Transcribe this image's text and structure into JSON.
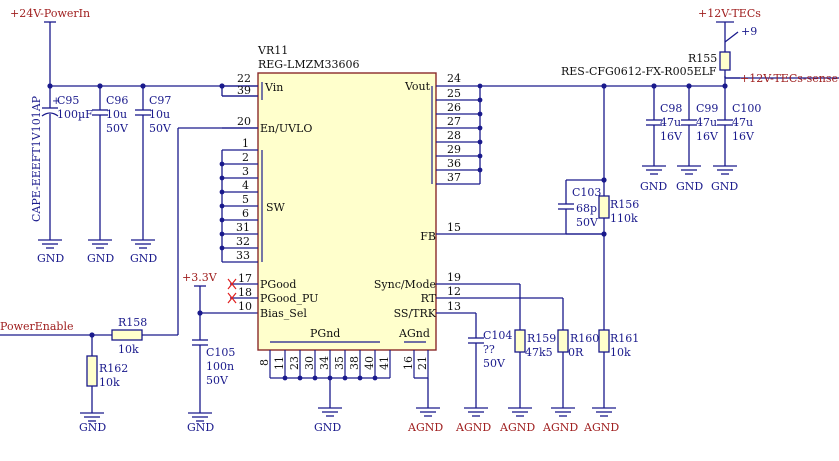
{
  "nets": {
    "power_24v": "+24V-PowerIn",
    "power_12v": "+12V-TECs",
    "power_12v_pin": "+9",
    "sense": "+12V-TECs-sense",
    "enable": "PowerEnable",
    "v33": "+3.3V",
    "gnd": "GND",
    "agnd": "AGND"
  },
  "chip": {
    "ref": "VR11",
    "part": "REG-LMZM33606",
    "pins": {
      "vin": "Vin",
      "en": "En/UVLO",
      "sw": "SW",
      "pgood": "PGood",
      "pgood_pu": "PGood_PU",
      "bias": "Bias_Sel",
      "pgnd": "PGnd",
      "agnd": "AGnd",
      "vout": "Vout",
      "fb": "FB",
      "sync": "Sync/Mode",
      "rt": "RT",
      "ss": "SS/TRK"
    },
    "pin_numbers": {
      "vin": [
        "22",
        "39"
      ],
      "en": "20",
      "sw": [
        "1",
        "2",
        "3",
        "4",
        "5",
        "6",
        "31",
        "32",
        "33"
      ],
      "pgood": "17",
      "pgood_pu": "18",
      "bias": "10",
      "pgnd": [
        "8",
        "11",
        "23",
        "30",
        "34",
        "35",
        "38",
        "40",
        "41"
      ],
      "agnd": [
        "16",
        "21"
      ],
      "vout": [
        "24",
        "25",
        "26",
        "27",
        "28",
        "29",
        "36",
        "37"
      ],
      "fb": "15",
      "sync": "19",
      "rt": "12",
      "ss": "13"
    }
  },
  "components": {
    "c95": {
      "ref": "C95",
      "value": "100µF",
      "part": "CAPE-EEEFT1V101AP"
    },
    "c96": {
      "ref": "C96",
      "value": "10u",
      "rating": "50V"
    },
    "c97": {
      "ref": "C97",
      "value": "10u",
      "rating": "50V"
    },
    "r158": {
      "ref": "R158",
      "value": "10k"
    },
    "r162": {
      "ref": "R162",
      "value": "10k"
    },
    "c105": {
      "ref": "C105",
      "value": "100n",
      "rating": "50V"
    },
    "r155": {
      "ref": "R155",
      "part": "RES-CFG0612-FX-R005ELF"
    },
    "c98": {
      "ref": "C98",
      "value": "47u",
      "rating": "16V"
    },
    "c99": {
      "ref": "C99",
      "value": "47u",
      "rating": "16V"
    },
    "c100": {
      "ref": "C100",
      "value": "47u",
      "rating": "16V"
    },
    "c103": {
      "ref": "C103",
      "value": "68p",
      "rating": "50V"
    },
    "r156": {
      "ref": "R156",
      "value": "110k"
    },
    "c104": {
      "ref": "C104",
      "value": "??",
      "rating": "50V"
    },
    "r159": {
      "ref": "R159",
      "value": "47k5"
    },
    "r160": {
      "ref": "R160",
      "value": "0R"
    },
    "r161": {
      "ref": "R161",
      "value": "10k"
    }
  }
}
